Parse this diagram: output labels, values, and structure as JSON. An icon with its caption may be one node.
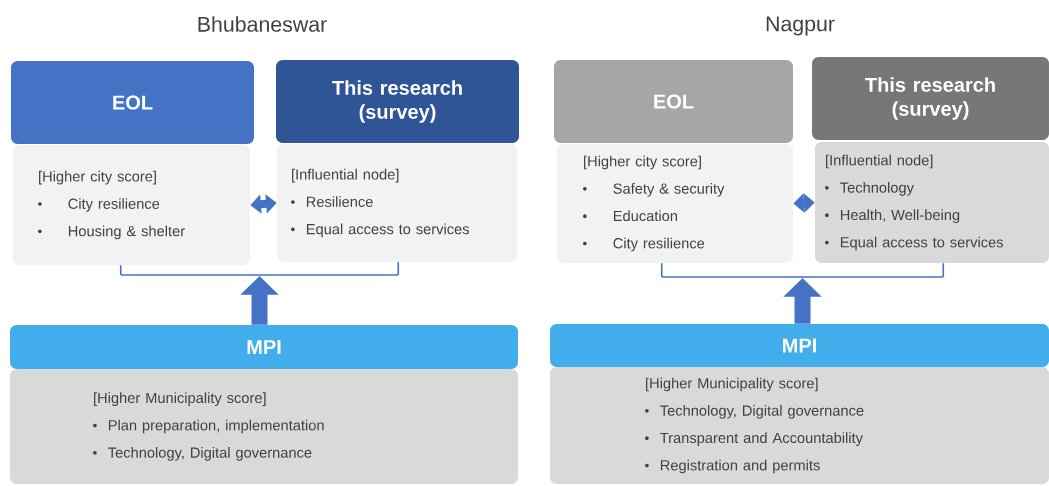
{
  "diagram": {
    "nodes": [
      {
        "text": [
          "EOL"
        ]
      },
      {
        "text": [
          "[Higher city score]",
          "City resilience",
          "Housing & shelter"
        ]
      },
      {
        "text": [
          "This research (survey)"
        ]
      },
      {
        "text": [
          "[Influential node]",
          "Resilience",
          "Equal access to services"
        ]
      },
      {
        "text": [
          "MPI"
        ]
      },
      {
        "text": [
          "[Higher Municipality score]",
          "Plan preparation, implementation",
          "Technology, Digital governance"
        ]
      },
      {
        "text": [
          "EOL"
        ]
      },
      {
        "text": [
          "[Higher city score]",
          "Safety & security",
          "Education",
          "City resilience"
        ]
      },
      {
        "text": [
          "This research (survey)"
        ]
      },
      {
        "text": [
          "[Influential node]",
          "Technology",
          "Health, Well-being",
          "Equal access to services"
        ]
      },
      {
        "text": [
          "MPI"
        ]
      },
      {
        "text": [
          "[Higher Municipality score]",
          "Technology, Digital governance",
          "Transparent and Accountability",
          "Registration and permits"
        ]
      },
      {
        "text": [],
        "shape": "bar"
      },
      {
        "text": [],
        "shape": "bar"
      }
    ],
    "edges": [
      {
        "from": 1,
        "to": 3,
        "arrow": "both",
        "style": "thick"
      },
      {
        "from": 4,
        "to": 12,
        "arrow": "to",
        "style": "thick"
      },
      {
        "from": 12,
        "to": 1,
        "arrow": "none"
      },
      {
        "from": 12,
        "to": 3,
        "arrow": "none"
      },
      {
        "from": 7,
        "to": 9,
        "arrow": "both",
        "style": "thick"
      },
      {
        "from": 10,
        "to": 13,
        "arrow": "to",
        "style": "thick"
      },
      {
        "from": 13,
        "to": 7,
        "arrow": "none"
      },
      {
        "from": 13,
        "to": 9,
        "arrow": "none"
      }
    ],
    "labels": [
      "Bhubaneswar",
      "Nagpur"
    ]
  }
}
